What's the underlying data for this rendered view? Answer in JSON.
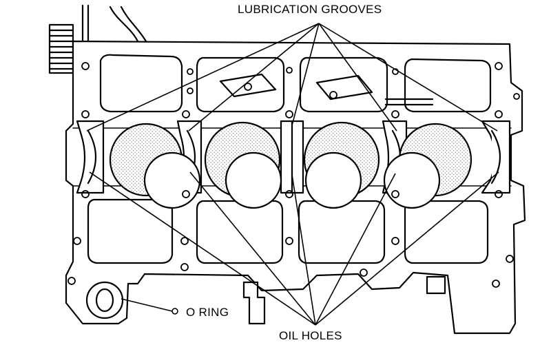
{
  "labels": {
    "lubrication_grooves": "LUBRICATION GROOVES",
    "o_ring": "O RING",
    "oil_holes": "OIL HOLES"
  },
  "colors": {
    "line": "#000000",
    "background": "#ffffff",
    "hatch": "#555555"
  }
}
